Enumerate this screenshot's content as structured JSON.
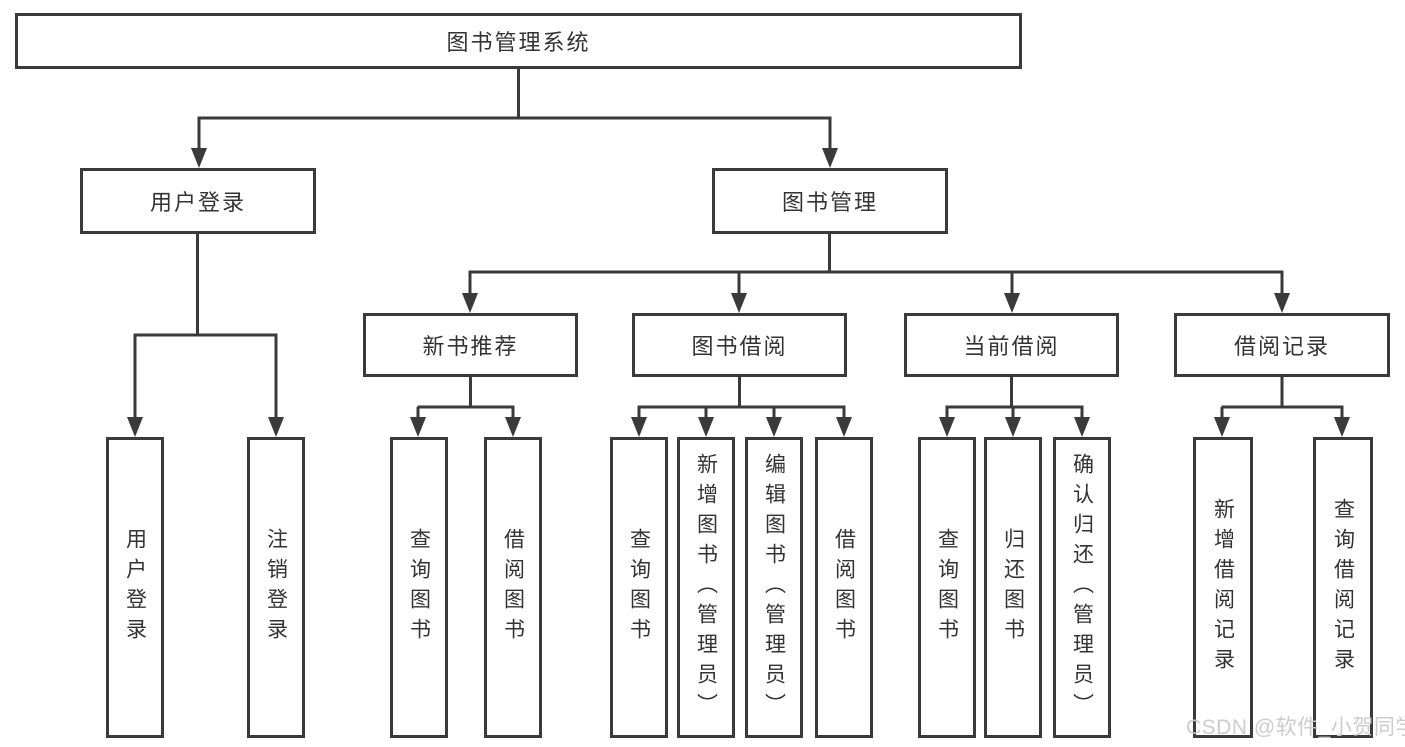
{
  "diagram": {
    "title": "图书管理系统",
    "nodes": {
      "root": "图书管理系统",
      "user_login": "用户登录",
      "book_mgmt": "图书管理",
      "new_books": "新书推荐",
      "book_borrow": "图书借阅",
      "current_borrow": "当前借阅",
      "borrow_records": "借阅记录"
    },
    "leaves": {
      "user_login": [
        "用户登录",
        "注销登录"
      ],
      "new_books": [
        "查询图书",
        "借阅图书"
      ],
      "book_borrow": [
        "查询图书",
        "新增图书（管理员）",
        "编辑图书（管理员）",
        "借阅图书"
      ],
      "current_borrow": [
        "查询图书",
        "归还图书",
        "确认归还（管理员）"
      ],
      "borrow_records": [
        "新增借阅记录",
        "查询借阅记录"
      ]
    }
  },
  "watermark": "CSDN @软件_小贺同学",
  "colors": {
    "line": "#3a3a3a",
    "text": "#333333",
    "watermark": "#c9c9ce",
    "background": "#ffffff"
  }
}
